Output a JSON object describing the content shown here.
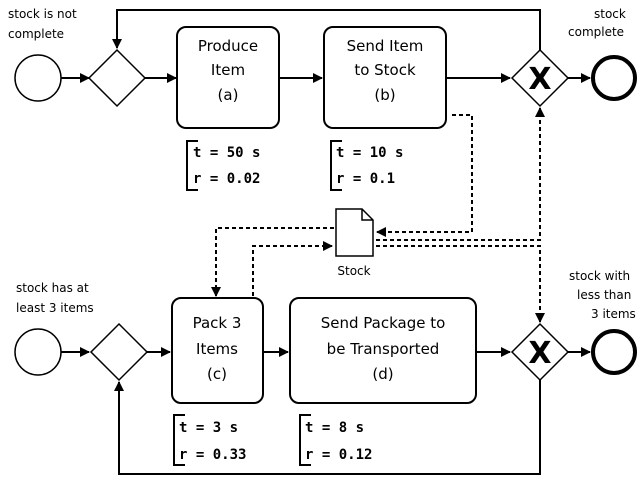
{
  "process_top": {
    "start_label": [
      "stock is not",
      "complete"
    ],
    "end_label": [
      "stock",
      "complete"
    ],
    "task_a": {
      "lines": [
        "Produce",
        "Item",
        "(a)"
      ],
      "t": "t = 50 s",
      "r": "r = 0.02"
    },
    "task_b": {
      "lines": [
        "Send Item",
        "to Stock",
        "(b)"
      ],
      "t": "t = 10 s",
      "r": "r = 0.1"
    }
  },
  "process_bottom": {
    "start_label": [
      "stock has at",
      "least 3 items"
    ],
    "end_label": [
      "stock with",
      "less than",
      "3 items"
    ],
    "task_c": {
      "lines": [
        "Pack 3",
        "Items",
        "(c)"
      ],
      "t": "t = 3 s",
      "r": "r = 0.33"
    },
    "task_d": {
      "lines": [
        "Send Package to",
        "be Transported",
        "(d)"
      ],
      "t": "t = 8 s",
      "r": "r = 0.12"
    }
  },
  "data_object": {
    "label": "Stock"
  },
  "gateway_symbol": "X"
}
